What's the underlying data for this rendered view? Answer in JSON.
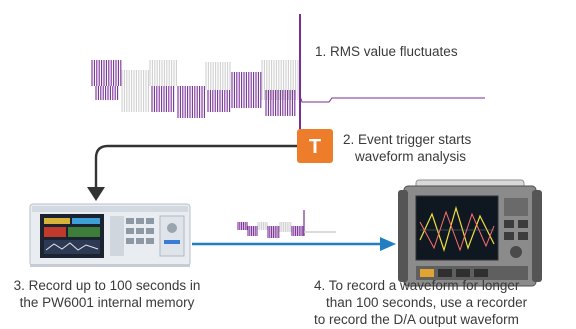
{
  "steps": {
    "step1": "1. RMS value fluctuates",
    "step2_line1": "2. Event trigger starts",
    "step2_line2": "waveform analysis",
    "step3_line1": "3. Record up to 100 seconds in",
    "step3_line2": "the PW6001 internal memory",
    "step4_line1": "4. To record a waveform for longer",
    "step4_line2": "than 100 seconds, use a recorder",
    "step4_line3": "to record the D/A output waveform"
  },
  "trigger_badge": "T",
  "colors": {
    "purple": "#7a2f96",
    "gray": "#cfcfcf",
    "orange": "#ee7d2b",
    "arrow_blue": "#1f7fc0",
    "arrow_dark": "#333333"
  }
}
